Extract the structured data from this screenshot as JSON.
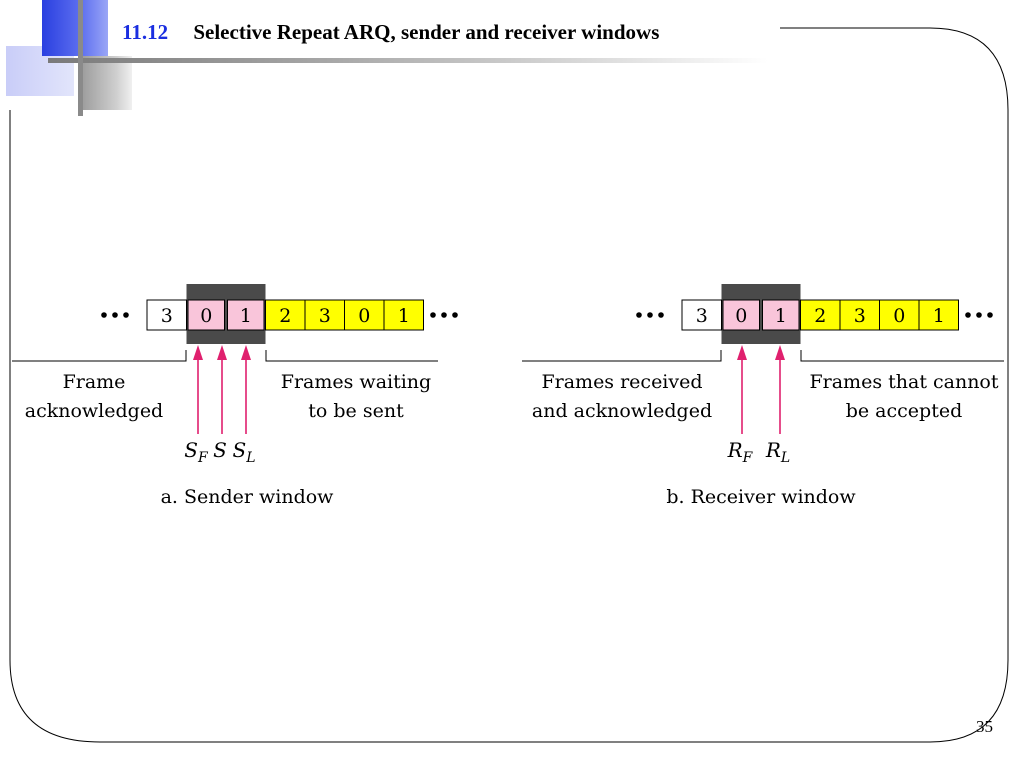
{
  "slide": {
    "section_number": "11.12",
    "title": "Selective Repeat ARQ, sender and receiver windows",
    "page_number": "35"
  },
  "colors": {
    "title_number": "#1a2ee0",
    "window_frame": "#4a4a4a",
    "inside_window": "#f9c5da",
    "outside_window": "#ffff00",
    "arrow": "#e0206e"
  },
  "sender": {
    "frames": [
      {
        "label": "3",
        "state": "acknowledged"
      },
      {
        "label": "0",
        "state": "window"
      },
      {
        "label": "1",
        "state": "window"
      },
      {
        "label": "2",
        "state": "waiting"
      },
      {
        "label": "3",
        "state": "waiting"
      },
      {
        "label": "0",
        "state": "waiting"
      },
      {
        "label": "1",
        "state": "waiting"
      }
    ],
    "left_label": [
      "Frame",
      "acknowledged"
    ],
    "right_label": [
      "Frames waiting",
      "to be sent"
    ],
    "pointers": [
      {
        "name": "S",
        "sub": "F"
      },
      {
        "name": "S",
        "sub": ""
      },
      {
        "name": "S",
        "sub": "L"
      }
    ],
    "caption": "a. Sender window"
  },
  "receiver": {
    "frames": [
      {
        "label": "3",
        "state": "acknowledged"
      },
      {
        "label": "0",
        "state": "window"
      },
      {
        "label": "1",
        "state": "window"
      },
      {
        "label": "2",
        "state": "waiting"
      },
      {
        "label": "3",
        "state": "waiting"
      },
      {
        "label": "0",
        "state": "waiting"
      },
      {
        "label": "1",
        "state": "waiting"
      }
    ],
    "left_label": [
      "Frames received",
      "and acknowledged"
    ],
    "right_label": [
      "Frames that cannot",
      "be accepted"
    ],
    "pointers": [
      {
        "name": "R",
        "sub": "F"
      },
      {
        "name": "R",
        "sub": "L"
      }
    ],
    "caption": "b. Receiver window"
  }
}
